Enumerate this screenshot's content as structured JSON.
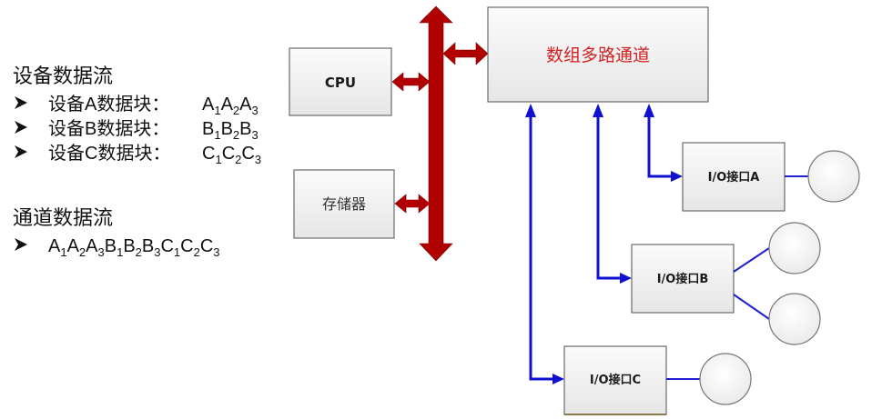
{
  "left_panel": {
    "device_flow": {
      "heading": "设备数据流",
      "items": [
        {
          "label": "设备A数据块：",
          "blocks": [
            {
              "base": "A",
              "sub": "1"
            },
            {
              "base": "A",
              "sub": "2"
            },
            {
              "base": "A",
              "sub": "3"
            }
          ]
        },
        {
          "label": "设备B数据块：",
          "blocks": [
            {
              "base": "B",
              "sub": "1"
            },
            {
              "base": "B",
              "sub": "2"
            },
            {
              "base": "B",
              "sub": "3"
            }
          ]
        },
        {
          "label": "设备C数据块：",
          "blocks": [
            {
              "base": "C",
              "sub": "1"
            },
            {
              "base": "C",
              "sub": "2"
            },
            {
              "base": "C",
              "sub": "3"
            }
          ]
        }
      ]
    },
    "channel_flow": {
      "heading": "通道数据流",
      "sequence": [
        {
          "base": "A",
          "sub": "1"
        },
        {
          "base": "A",
          "sub": "2"
        },
        {
          "base": "A",
          "sub": "3"
        },
        {
          "base": "B",
          "sub": "1"
        },
        {
          "base": "B",
          "sub": "2"
        },
        {
          "base": "B",
          "sub": "3"
        },
        {
          "base": "C",
          "sub": "1"
        },
        {
          "base": "C",
          "sub": "2"
        },
        {
          "base": "C",
          "sub": "3"
        }
      ]
    },
    "bullet_icon": "arrowhead-bullet"
  },
  "diagram": {
    "cpu_label": "CPU",
    "memory_label": "存储器",
    "channel_label": "数组多路通道",
    "io_interfaces": [
      {
        "label": "I/O接口A",
        "devices": 1
      },
      {
        "label": "I/O接口B",
        "devices": 2
      },
      {
        "label": "I/O接口C",
        "devices": 1
      }
    ],
    "colors": {
      "system_bus": "#b00000",
      "io_link": "#1010d0",
      "channel_text": "#d42020"
    }
  }
}
